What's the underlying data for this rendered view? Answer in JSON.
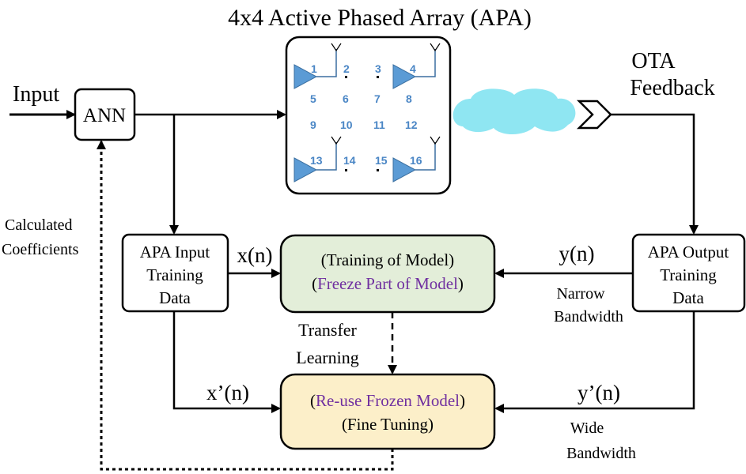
{
  "title": "4x4 Active Phased Array (APA)",
  "colors": {
    "stroke": "#000000",
    "antenna_numbers": "#4a86c5",
    "amplifier_fill": "#5b9bd5",
    "cloud_fill": "#8fe6f2",
    "training_box_fill": "#e3eed9",
    "fine_tuning_box_fill": "#fcefc9",
    "purple_text": "#7030a0"
  },
  "labels": {
    "input": "Input",
    "ann": "ANN",
    "ota_line1": "OTA",
    "ota_line2": "Feedback",
    "calc_line1": "Calculated",
    "calc_line2": "Coefficients",
    "apa_in_line1": "APA Input",
    "apa_in_line2": "Training",
    "apa_in_line3": "Data",
    "apa_out_line1": "APA Output",
    "apa_out_line2": "Training",
    "apa_out_line3": "Data",
    "xn": "x(n)",
    "yn": "y(n)",
    "xpn": "x’(n)",
    "ypn": "y’(n)",
    "train_line1": "(Training of Model)",
    "train_line2": "Freeze Part of Model",
    "fine_line1": "Re-use Frozen Model",
    "fine_line2": "(Fine Tuning)",
    "transfer_line1": "Transfer",
    "transfer_line2": "Learning",
    "narrow_line1": "Narrow",
    "narrow_line2": "Bandwidth",
    "wide_line1": "Wide",
    "wide_line2": "Bandwidth",
    "paren_open": "(",
    "paren_close": ")"
  },
  "antenna_numbers": [
    "1",
    "2",
    "3",
    "4",
    "5",
    "6",
    "7",
    "8",
    "9",
    "10",
    "11",
    "12",
    "13",
    "14",
    "15",
    "16"
  ]
}
